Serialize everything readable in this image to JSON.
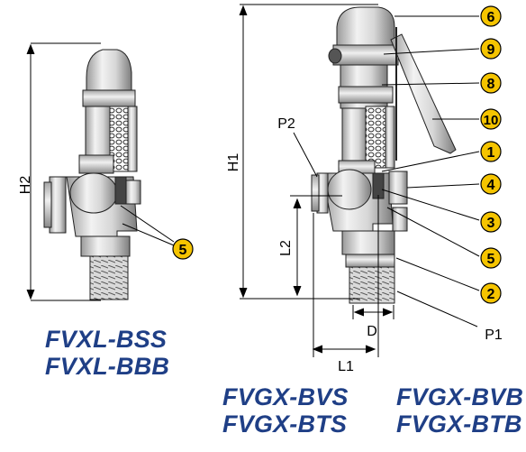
{
  "dimension_labels": {
    "h2": "H2",
    "h1": "H1",
    "l2": "L2",
    "l1": "L1",
    "d": "D",
    "p1": "P1",
    "p2": "P2"
  },
  "callouts": {
    "n1": "1",
    "n2": "2",
    "n3": "3",
    "n4": "4",
    "n5": "5",
    "n6": "6",
    "n8": "8",
    "n9": "9",
    "n10": "10",
    "n5_left": "5"
  },
  "models": {
    "fvxl_bss": "FVXL-BSS",
    "fvxl_bbb": "FVXL-BBB",
    "fvgx_bvs": "FVGX-BVS",
    "fvgx_bts": "FVGX-BTS",
    "fvgx_bvb": "FVGX-BVB",
    "fvgx_btb": "FVGX-BTB"
  },
  "colors": {
    "callout_fill": "#f5c400",
    "model_text": "#1f3f86",
    "line": "#000000"
  }
}
